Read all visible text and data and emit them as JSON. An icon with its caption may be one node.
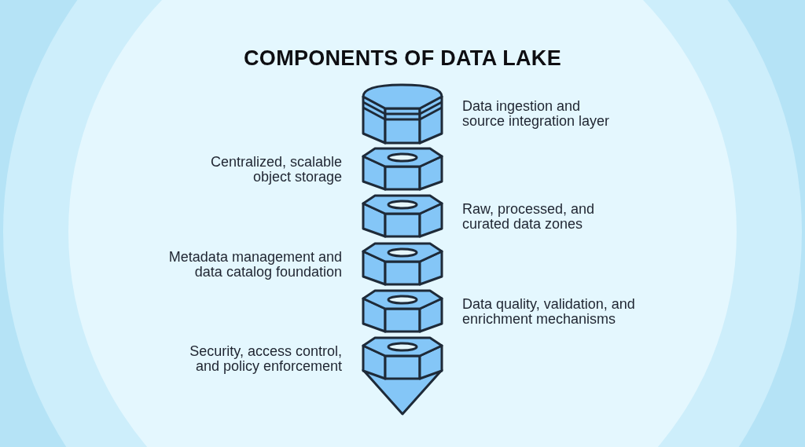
{
  "diagram": {
    "title": "COMPONENTS OF DATA LAKE",
    "nodes": [
      {
        "text": [],
        "shape": "cylinder",
        "beside": [
          "Data ingestion and source integration layer"
        ]
      },
      {
        "text": [],
        "shape": "hexagon",
        "beside": [
          "Centralized, scalable object storage"
        ]
      },
      {
        "text": [],
        "shape": "hexagon",
        "beside": [
          "Raw, processed, and curated data zones"
        ]
      },
      {
        "text": [],
        "shape": "hexagon",
        "beside": [
          "Metadata management and data catalog foundation"
        ]
      },
      {
        "text": [],
        "shape": "hexagon",
        "beside": [
          "Data quality, validation, and enrichment mechanisms"
        ]
      },
      {
        "text": [],
        "shape": "hexagon",
        "beside": [
          "Security, access control, and policy enforcement"
        ]
      }
    ]
  }
}
